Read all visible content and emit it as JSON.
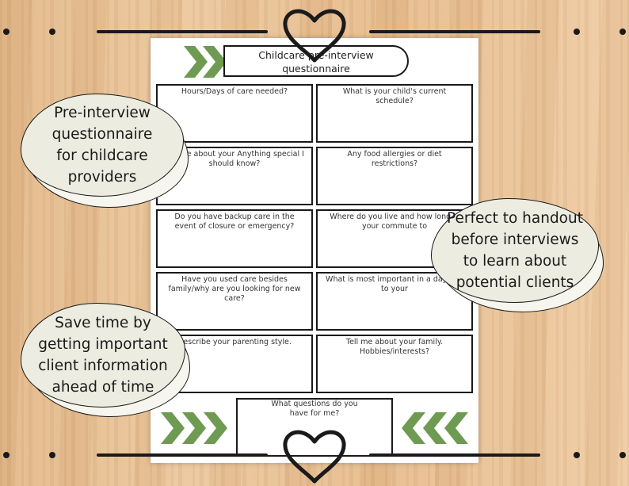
{
  "title": {
    "line1": "Childcare pre-interview",
    "line2": "questionnaire"
  },
  "colors": {
    "accent_green": "#6e9a52",
    "ink": "#1a1a1a",
    "bubble": "#ecece0"
  },
  "questions": [
    "Hours/Days of care needed?",
    "What is your child's current schedule?",
    "Tell me about your Anything special I should know?",
    "Any food allergies or diet restrictions?",
    "Do you have backup care in the event of closure or emergency?",
    "Where do you live and how long is your commute to",
    "Have you used care besides family/why are you looking for new care?",
    "What is most important in a daycare to your",
    "Describe your parenting style.",
    "Tell me about your family. Hobbies/interests?",
    "What questions do you have for me?"
  ],
  "callouts": {
    "left_top": [
      "Pre-interview",
      "questionnaire",
      "for childcare",
      "providers"
    ],
    "right": [
      "Perfect to handout",
      "before interviews",
      "to learn about",
      "potential clients"
    ],
    "left_bottom": [
      "Save time by",
      "getting important",
      "client information",
      "ahead of time"
    ]
  },
  "icons": [
    "heart-icon",
    "chevron-right-icon",
    "chevron-left-icon",
    "dot-icon"
  ]
}
